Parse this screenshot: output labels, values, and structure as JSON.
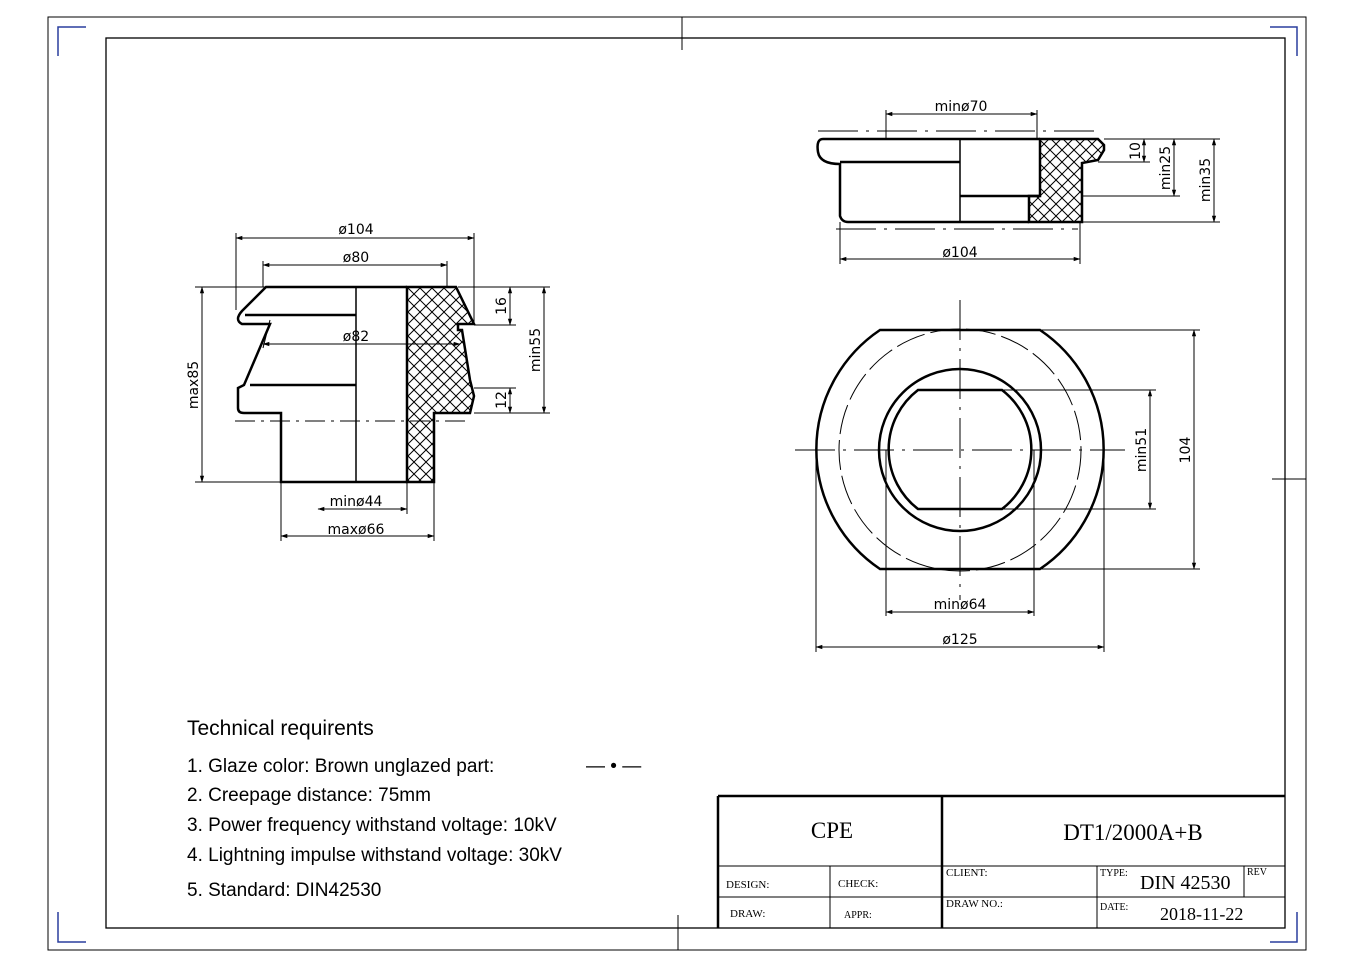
{
  "requirements": {
    "title": "Technical requirents",
    "items": [
      "1. Glaze color: Brown    unglazed part:",
      "2. Creepage distance: 75mm",
      "3. Power frequency withstand voltage: 10kV",
      "4. Lightning impulse withstand voltage: 30kV",
      "5. Standard: DIN42530"
    ],
    "unglazed_symbol": "— • —"
  },
  "title_block": {
    "company": "CPE",
    "drawing_title": "DT1/2000A+B",
    "design_label": "DESIGN:",
    "check_label": "CHECK:",
    "draw_label": "DRAW:",
    "appr_label": "APPR:",
    "client_label": "CLIENT:",
    "drawno_label": "DRAW NO.:",
    "type_label": "TYPE:",
    "type_value": "DIN 42530",
    "rev_label": "REV",
    "date_label": "DATE:",
    "date_value": "2018-11-22"
  },
  "dimensions": {
    "left_view": {
      "d104": "ø104",
      "d80": "ø80",
      "d82": "ø82",
      "h16": "16",
      "h12": "12",
      "min55": "min55",
      "max85": "max85",
      "min44": "minø44",
      "max66": "maxø66"
    },
    "top_right_view": {
      "min70": "minø70",
      "h10": "10",
      "min25": "min25",
      "min35": "min35",
      "d104": "ø104"
    },
    "bottom_right_view": {
      "min51": "min51",
      "h104": "104",
      "min64": "minø64",
      "d125": "ø125"
    }
  }
}
